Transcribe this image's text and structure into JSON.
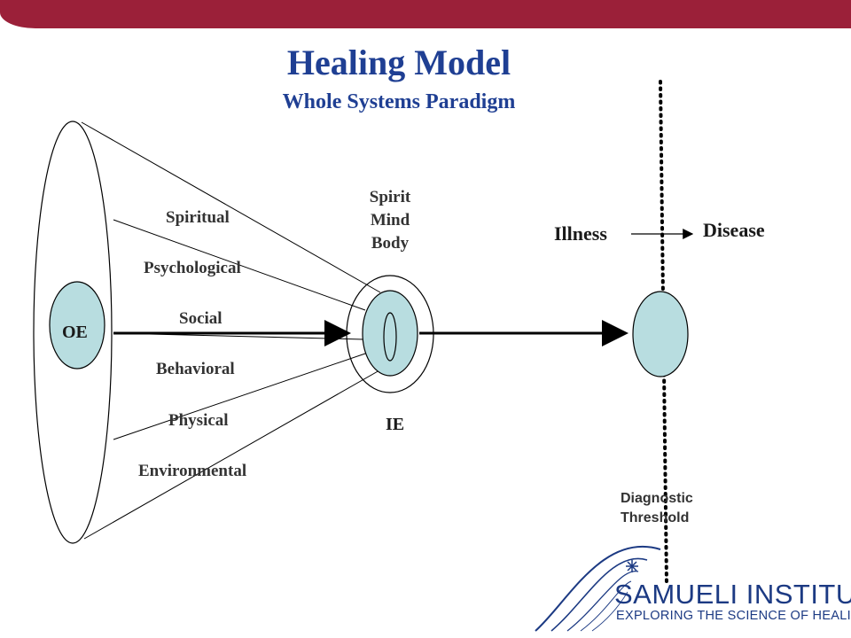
{
  "header": {
    "title": "Healing Model",
    "subtitle": "Whole Systems Paradigm"
  },
  "cone_labels": [
    "Spiritual",
    "Psychological",
    "Social",
    "Behavioral",
    "Physical",
    "Environmental"
  ],
  "oe_label": "OE",
  "ie_label": "IE",
  "inner_stack": [
    "Spirit",
    "Mind",
    "Body"
  ],
  "illness_label": "Illness",
  "disease_label": "Disease",
  "threshold_label": [
    "Diagnostic",
    "Threshold"
  ],
  "logo": {
    "name": "SAMUELI INSTITUTE",
    "tagline": "EXPLORING THE SCIENCE OF HEALING"
  },
  "colors": {
    "bar": "#9b2039",
    "title": "#1f3f93",
    "node_fill": "#b8dde0",
    "logo": "#1c3a83"
  }
}
